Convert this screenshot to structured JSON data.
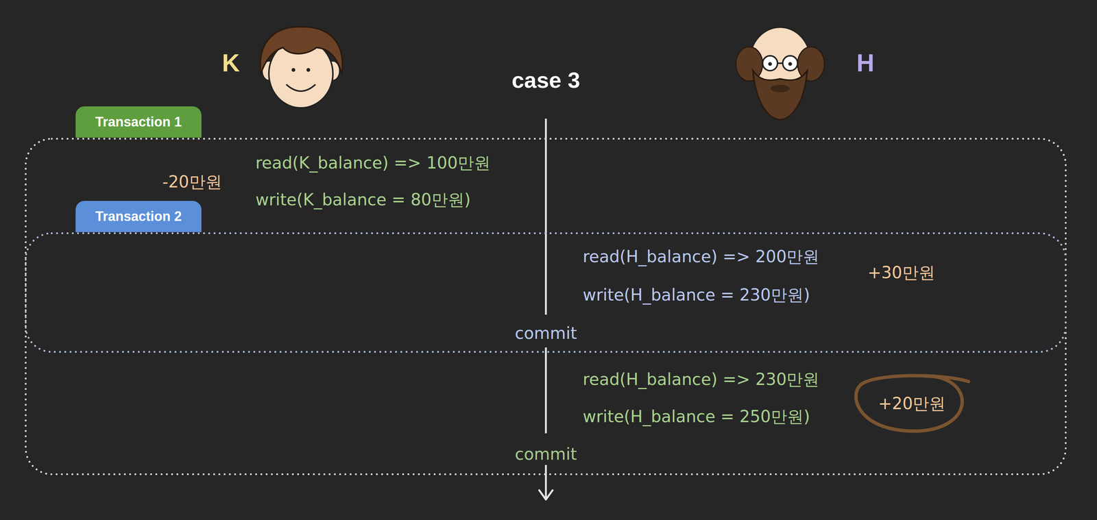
{
  "diagram": {
    "title": "case 3",
    "nodes": [
      {
        "text": [
          "Transaction 1",
          "read(K_balance) => 100만원",
          "write(K_balance = 80만원)",
          "-20만원",
          "read(H_balance) => 230만원",
          "write(H_balance = 250만원)",
          "commit"
        ]
      },
      {
        "text": [
          "Transaction 2",
          "read(H_balance) => 200만원",
          "write(H_balance = 230만원)",
          "+30만원",
          "commit"
        ],
        "in": 0
      },
      {
        "text": [
          "+20만원"
        ],
        "in": 0
      }
    ],
    "labels": [
      "K",
      "H"
    ]
  }
}
